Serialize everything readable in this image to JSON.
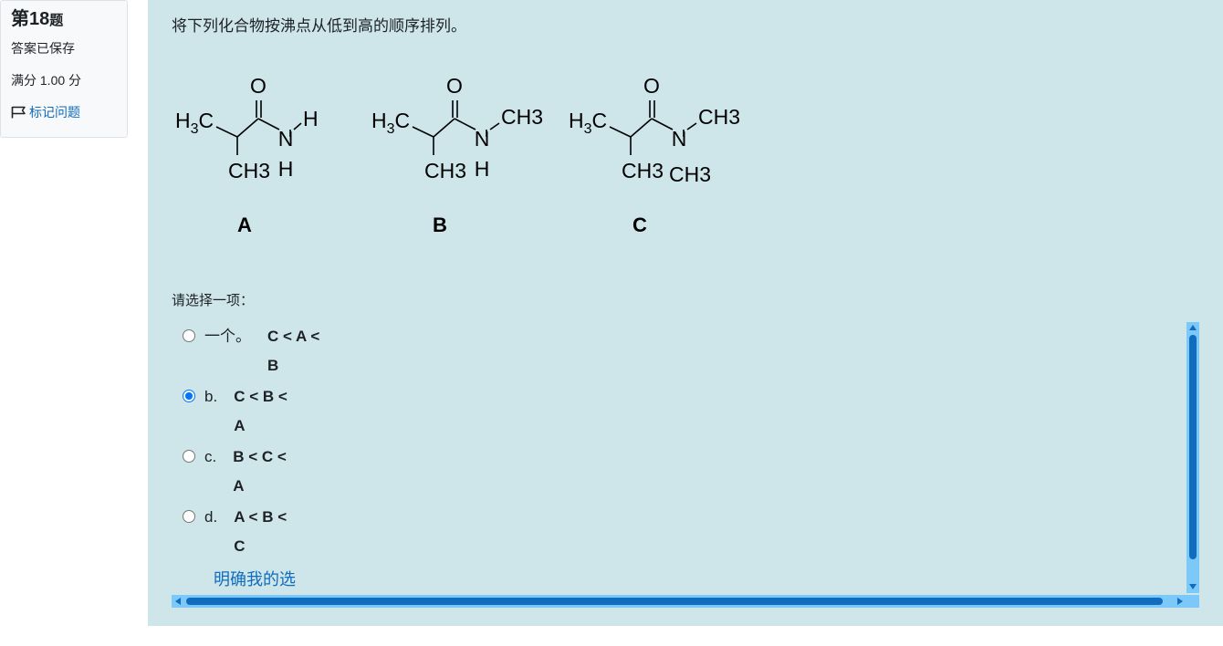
{
  "info": {
    "question_label": "第18",
    "question_suffix": "题",
    "status": "答案已保存",
    "grade": "满分 1.00 分",
    "flag_label": "标记问题"
  },
  "question": {
    "text": "将下列化合物按沸点从低到高的顺序排列。",
    "prompt": "请选择一项：",
    "molecules": [
      {
        "label": "A",
        "n_left": "H",
        "n_right": "H"
      },
      {
        "label": "B",
        "n_left": "H",
        "n_right": "CH3"
      },
      {
        "label": "C",
        "n_left": "CH3",
        "n_right": "CH3"
      }
    ]
  },
  "answers": [
    {
      "letter": "一个。",
      "text": "C < A < B",
      "checked": false
    },
    {
      "letter": "b.",
      "text": "C < B < A",
      "checked": true
    },
    {
      "letter": "c.",
      "text": "B < C < A",
      "checked": false
    },
    {
      "letter": "d.",
      "text": "A < B < C",
      "checked": false
    }
  ],
  "clear_choice": "明确我的选",
  "colors": {
    "accent": "#0f6cbf",
    "panel_bg": "#cee6ea",
    "radio": "#0075ff"
  }
}
